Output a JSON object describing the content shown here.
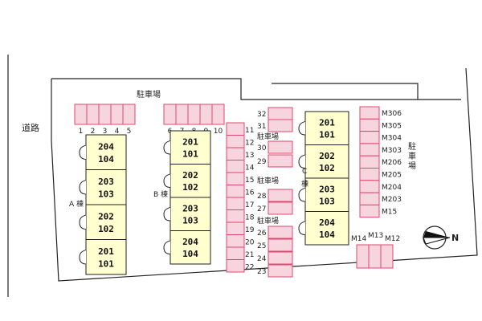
{
  "labels": {
    "road": "道路",
    "parking_top": "駐車場",
    "parking_right": "駐\n車\n場",
    "parking_mid_1": "駐車場",
    "parking_mid_2": "駐車場",
    "parking_mid_3": "駐車場",
    "building_a": "A 棟",
    "building_b": "B 棟",
    "building_c_letter": "C",
    "building_c_kanji": "棟",
    "compass_letter": "N"
  },
  "colors": {
    "parking_fill": "#f7d5df",
    "parking_stroke": "#e0466e",
    "building_fill": "#ffffd0",
    "outline": "#222222"
  },
  "buildings": {
    "a": [
      [
        "204",
        "104"
      ],
      [
        "203",
        "103"
      ],
      [
        "202",
        "102"
      ],
      [
        "201",
        "101"
      ]
    ],
    "b": [
      [
        "201",
        "101"
      ],
      [
        "202",
        "102"
      ],
      [
        "203",
        "103"
      ],
      [
        "204",
        "104"
      ]
    ],
    "c": [
      [
        "201",
        "101"
      ],
      [
        "202",
        "102"
      ],
      [
        "203",
        "103"
      ],
      [
        "204",
        "104"
      ]
    ]
  },
  "parking": {
    "top_left_numbers": [
      "1",
      "2",
      "3",
      "4",
      "5"
    ],
    "top_mid_numbers": [
      "6",
      "7",
      "8",
      "9",
      "10"
    ],
    "column_11_22": [
      "11",
      "12",
      "13",
      "14",
      "15",
      "16",
      "17",
      "18",
      "19",
      "20",
      "21",
      "22"
    ],
    "mid_numbers": [
      "32",
      "31",
      "30",
      "29",
      "28",
      "27",
      "26",
      "25",
      "24",
      "23"
    ],
    "right_numbers": [
      "M306",
      "M305",
      "M304",
      "M303",
      "M206",
      "M205",
      "M204",
      "M203",
      "M15"
    ],
    "bottom_right_numbers": [
      "M14",
      "M13",
      "M12"
    ]
  }
}
